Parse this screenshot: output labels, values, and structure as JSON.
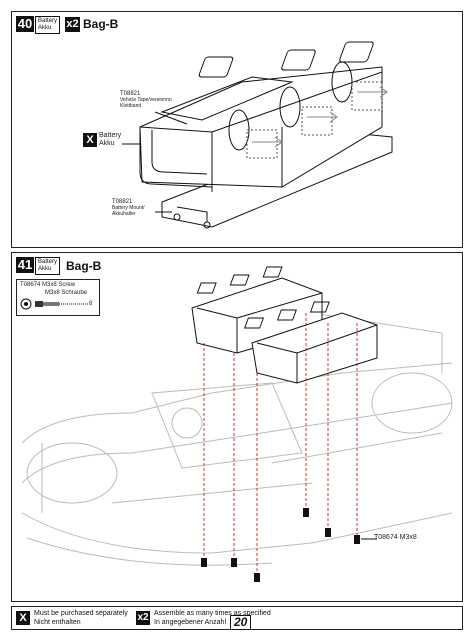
{
  "step40": {
    "number": "40",
    "label_en": "Battery",
    "label_de": "Akku",
    "qty": "x2",
    "bag": "Bag-B",
    "callout_top": {
      "code": "T08821",
      "line1": "Vehicle Tape/vereinnnn",
      "line2": "Klettband"
    },
    "callout_battery": {
      "en": "Battery",
      "de": "Akku",
      "mark": "X"
    },
    "callout_bottom": {
      "code": "T08821",
      "line1": "Battery Mount/",
      "line2": "Akkuhalter"
    }
  },
  "step41": {
    "number": "41",
    "label_en": "Battery",
    "label_de": "Akku",
    "bag": "Bag-B",
    "part": {
      "code": "T08674",
      "name_en": "M3x8 Screw",
      "name_de": "M3x8 Schraube",
      "qty": "8"
    },
    "screw_callout": "T08674 M3x8"
  },
  "footer": {
    "mark": "X",
    "not_included_en": "Must be purchased separately",
    "not_included_de": "Nicht enthalten",
    "x2_mark": "x2",
    "repeat_en": "Assemble as many times as specified",
    "repeat_de": "In angegebener Anzahl",
    "page": "20"
  }
}
